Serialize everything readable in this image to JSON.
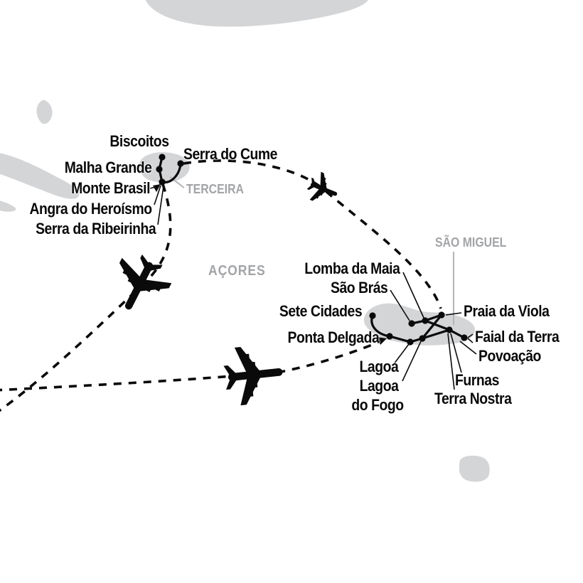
{
  "region_label": "AÇORES",
  "islands": {
    "terceira": {
      "name": "TERCEIRA",
      "stops": [
        "Biscoitos",
        "Malha Grande",
        "Monte Brasil",
        "Angra do Heroísmo",
        "Serra da Ribeirinha",
        "Serra do Cume"
      ]
    },
    "sao_miguel": {
      "name": "SÃO MIGUEL",
      "stops": [
        "Lomba da Maia",
        "São Brás",
        "Sete Cidades",
        "Ponta Delgada",
        "Praia da Viola",
        "Faial da Terra",
        "Povoação",
        "Lagoa",
        "Lagoa do Fogo",
        "Furnas",
        "Terra Nostra"
      ],
      "lagoa_fogo_lines": [
        "Lagoa",
        "do Fogo"
      ]
    }
  },
  "icons": [
    "airplane-icon",
    "airplane-icon",
    "airplane-icon"
  ],
  "colors": {
    "island_fill": "#d4d5d7",
    "region_label_gray": "#a2a4a7",
    "route_black": "#0a0a0a",
    "background": "#ffffff"
  }
}
